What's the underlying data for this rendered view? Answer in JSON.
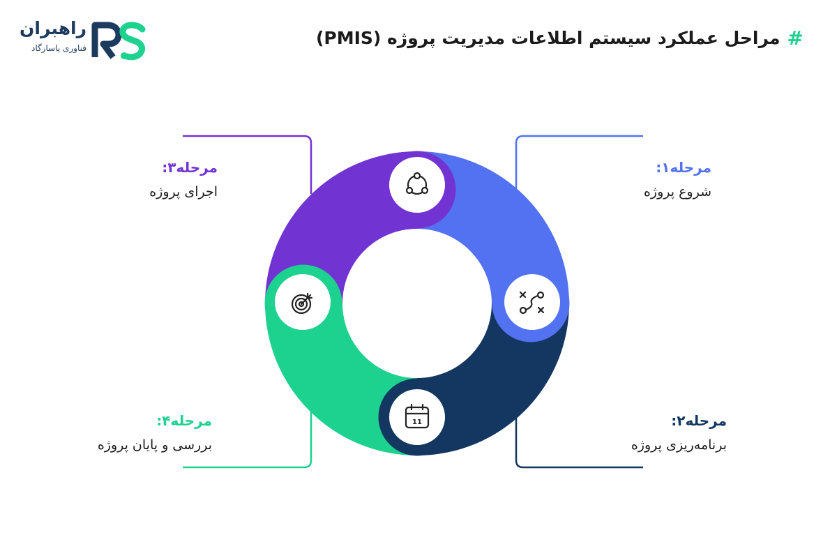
{
  "header": {
    "hash": "#",
    "title": "مراحل عملکرد سیستم اطلاعات مدیریت پروژه (PMIS)"
  },
  "logo": {
    "name": "راهبران",
    "subtitle": "فناوری یاسارگاد",
    "mark": "RS"
  },
  "stages": [
    {
      "label": "مرحله۱:",
      "text": "شروع پروژه",
      "color": "#5272f2",
      "icon": "path-route-icon"
    },
    {
      "label": "مرحله۲:",
      "text": "برنامه‌ریزی پروژه",
      "color": "#133760",
      "icon": "calendar-icon"
    },
    {
      "label": "مرحله۳:",
      "text": "اجرای پروژه",
      "color": "#7134d2",
      "icon": "connection-circle-icon"
    },
    {
      "label": "مرحله۴:",
      "text": "بررسی و پایان پروژه",
      "color": "#1dd18f",
      "icon": "target-icon"
    }
  ],
  "calendar_number": "11"
}
